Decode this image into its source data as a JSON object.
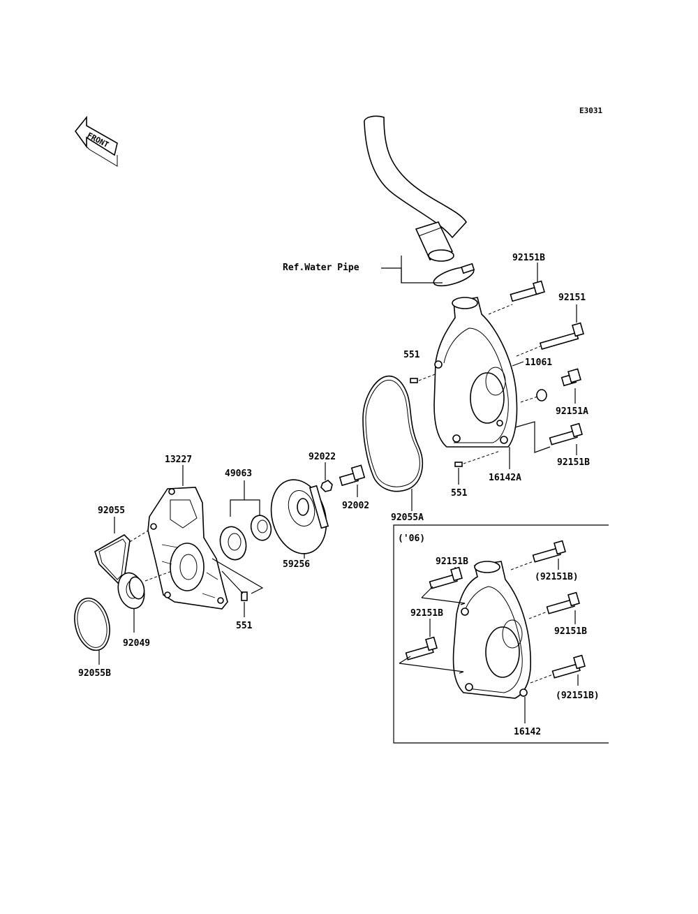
{
  "diagram_code": "E3031",
  "front_arrow": "FRONT",
  "ref_label": "Ref.Water Pipe",
  "variant_label": "('06)",
  "parts": {
    "p92151B_top": "92151B",
    "p92151": "92151",
    "p551_upper": "551",
    "p11061": "11061",
    "p92151A": "92151A",
    "p92151B_right": "92151B",
    "p16142A": "16142A",
    "p551_mid": "551",
    "p92022": "92022",
    "p92002": "92002",
    "p92055A": "92055A",
    "p13227": "13227",
    "p49063": "49063",
    "p92055": "92055",
    "p59256": "59256",
    "p551_lower": "551",
    "p92049": "92049",
    "p92055B": "92055B",
    "v92151B_a": "92151B",
    "v92151B_b": "(92151B)",
    "v92151B_c": "92151B",
    "v92151B_d": "92151B",
    "v92151B_e": "(92151B)",
    "v16142": "16142"
  }
}
